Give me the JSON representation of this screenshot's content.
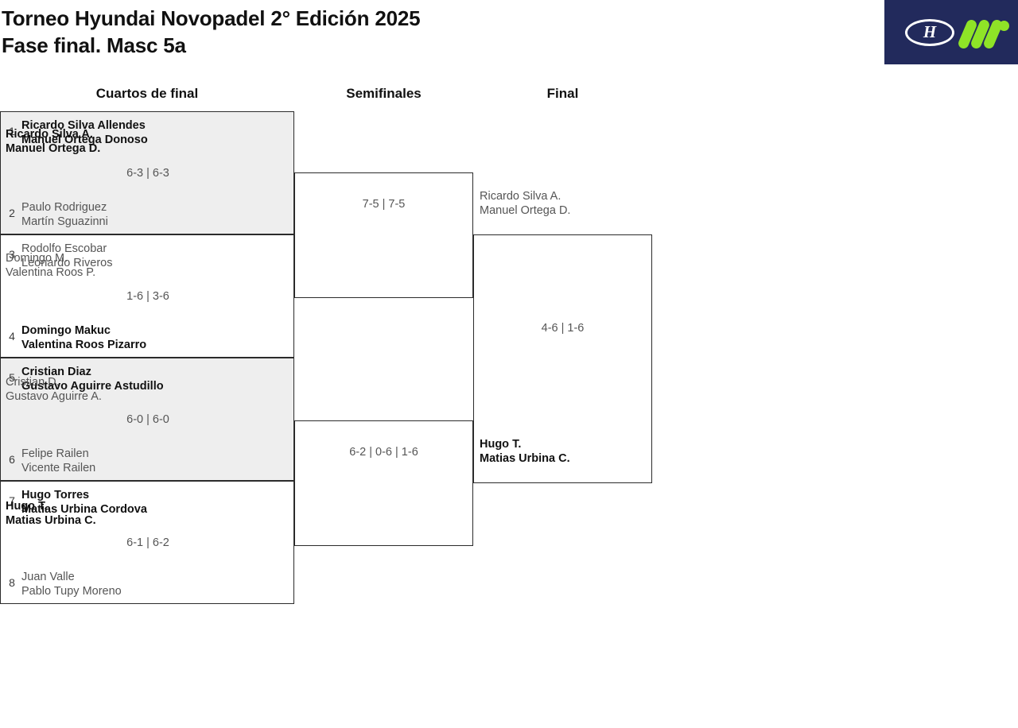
{
  "header": {
    "title_line1": "Torneo Hyundai Novopadel 2° Edición 2025",
    "title_line2": "Fase final. Masc 5a",
    "logo": {
      "brand_mark": "hyundai-h-logo",
      "secondary_mark": "novopadel-m-logo",
      "background_color": "#222a5c",
      "accent_color": "#8fe327",
      "h_letter": "H"
    }
  },
  "rounds": {
    "quarterfinals_label": "Cuartos de final",
    "semifinals_label": "Semifinales",
    "final_label": "Final"
  },
  "colors": {
    "winner_text": "#111111",
    "loser_text": "#555555",
    "shaded_row": "#eeeeee",
    "border": "#2b2b2b"
  },
  "quarterfinals": [
    {
      "shaded": true,
      "score": "6-3 | 6-3",
      "top": {
        "seed": "1",
        "player1": "Ricardo Silva Allendes",
        "player2": "Manuel Ortega Donoso",
        "result": "winner"
      },
      "bottom": {
        "seed": "2",
        "player1": "Paulo Rodriguez",
        "player2": "Martín Sguazinni",
        "result": "loser"
      }
    },
    {
      "shaded": false,
      "score": "1-6 | 3-6",
      "top": {
        "seed": "3",
        "player1": "Rodolfo Escobar",
        "player2": "Leonardo Riveros",
        "result": "loser"
      },
      "bottom": {
        "seed": "4",
        "player1": "Domingo Makuc",
        "player2": "Valentina Roos Pizarro",
        "result": "winner"
      }
    },
    {
      "shaded": true,
      "score": "6-0 | 6-0",
      "top": {
        "seed": "5",
        "player1": "Cristian Diaz",
        "player2": "Gustavo Aguirre Astudillo",
        "result": "winner"
      },
      "bottom": {
        "seed": "6",
        "player1": "Felipe Railen",
        "player2": "Vicente Railen",
        "result": "loser"
      }
    },
    {
      "shaded": false,
      "score": "6-1 | 6-2",
      "top": {
        "seed": "7",
        "player1": "Hugo Torres",
        "player2": "Matias Urbina Cordova",
        "result": "winner"
      },
      "bottom": {
        "seed": "8",
        "player1": "Juan Valle",
        "player2": "Pablo Tupy Moreno",
        "result": "loser"
      }
    }
  ],
  "semifinals": [
    {
      "score": "7-5 | 7-5",
      "top": {
        "player1": "Ricardo Silva A.",
        "player2": "Manuel Ortega D.",
        "result": "winner"
      },
      "bottom": {
        "player1": "Domingo M.",
        "player2": "Valentina Roos P.",
        "result": "loser"
      }
    },
    {
      "score": "6-2 | 0-6 | 1-6",
      "top": {
        "player1": "Cristian D.",
        "player2": "Gustavo Aguirre A.",
        "result": "loser"
      },
      "bottom": {
        "player1": "Hugo T.",
        "player2": "Matias Urbina C.",
        "result": "winner"
      }
    }
  ],
  "final": {
    "score": "4-6 | 1-6",
    "top": {
      "player1": "Ricardo Silva A.",
      "player2": "Manuel Ortega D.",
      "result": "loser"
    },
    "bottom": {
      "player1": "Hugo T.",
      "player2": "Matias Urbina C.",
      "result": "winner"
    }
  }
}
